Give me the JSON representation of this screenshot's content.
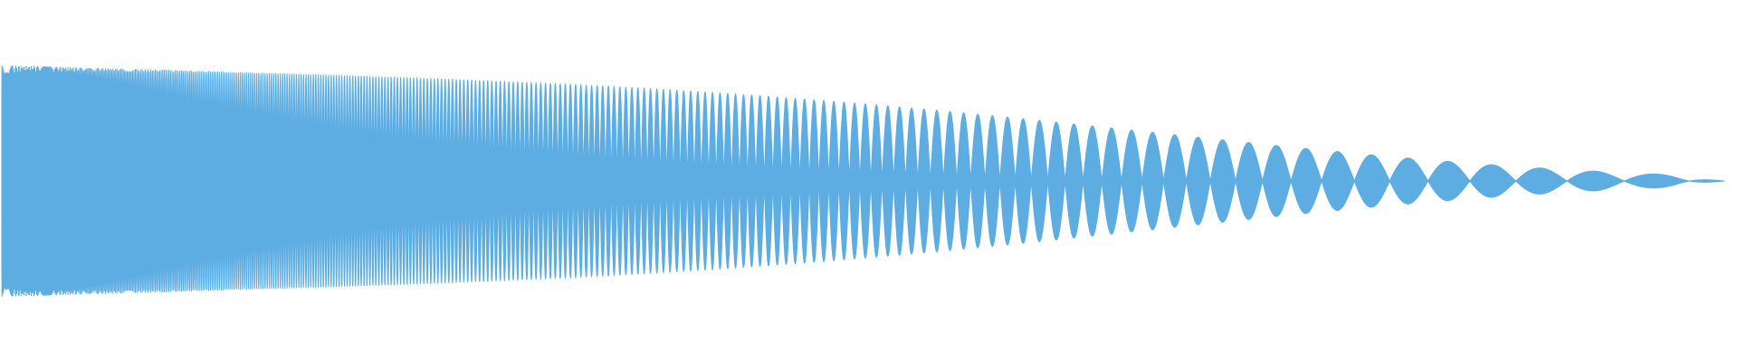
{
  "waveform": {
    "type": "decaying-oscillation",
    "color": "#5dade2",
    "background": "#ffffff",
    "envelope": {
      "start_amplitude": 1.0,
      "decay": "smooth-to-zero"
    },
    "frequency": {
      "start": "high",
      "end": "low",
      "sweep": "downward-chirp"
    }
  }
}
